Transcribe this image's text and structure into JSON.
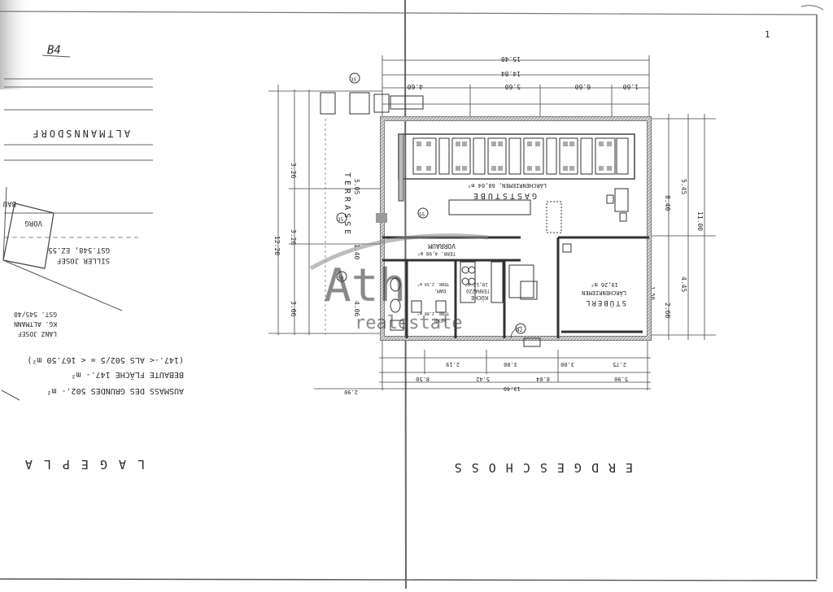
{
  "sheet": {
    "handwritten_note": "B4",
    "page_mark": "1"
  },
  "site_plan": {
    "title": "LAGEPLA",
    "village": "ALTMANNSDORF",
    "neighbor_1": {
      "name": "SILLER JOSEF",
      "parcel": "GST.548, EZ.55"
    },
    "neighbor_2": {
      "name": "LANZ JOSEF",
      "district": "KG. ALTMANN",
      "parcel": "GST. 545/40"
    },
    "road_label": "VORG",
    "edge_label": "BAU",
    "area_line_1": "AUSMASS DES GRUNDES  502.- m²",
    "area_line_2": "BEBAUTE FLÄCHE        147.- m²",
    "area_line_3": "(147.-< ALS 502/5 = < 167.50 m²)"
  },
  "floor_plan": {
    "title": "ERDGESCHOSS",
    "rooms": {
      "gaststube": "GASTSTUBE",
      "gaststube_floor": "LÄRCHENRIEMEN, 68,64 m²",
      "stueberl": "STÜBERL",
      "stueberl_floor": "LÄRCHENRIEMEN",
      "stueberl_area": "19,26 m²",
      "kueche": "KÜCHE",
      "kueche_floor": "TERRAZZO",
      "kueche_area": "10,52 m²",
      "vorraum": "VORRAUM",
      "vorraum_floor": "TERR. 4,98 m²",
      "damen": "DAM.",
      "damen_floor": "TERR. 2,59 m²",
      "herren": "HERR.",
      "herren_floor": "TERR. 2,88 m²",
      "terrasse": "TERRASSE"
    },
    "top_dims": [
      "15.40",
      "14.84",
      "4.60",
      "5.60",
      "6.60",
      "1.60"
    ],
    "bottom_dims": [
      "2.19",
      "3.00",
      "3.00",
      "2.75",
      "8.50",
      "5.42",
      "8.84",
      "5.90",
      "13.40",
      "2.90"
    ],
    "left_dims": [
      "12.20",
      "3.26",
      "5.05",
      "3.26",
      "1.40",
      "3.06",
      "4.06"
    ],
    "right_dims": [
      "11.00",
      "5.45",
      "8.40",
      "4.45",
      "2.60",
      "1.50"
    ],
    "markers": [
      "35",
      "55",
      "35",
      "50",
      "42"
    ]
  },
  "watermark": {
    "brand": "Ath",
    "sub": "realestate"
  }
}
